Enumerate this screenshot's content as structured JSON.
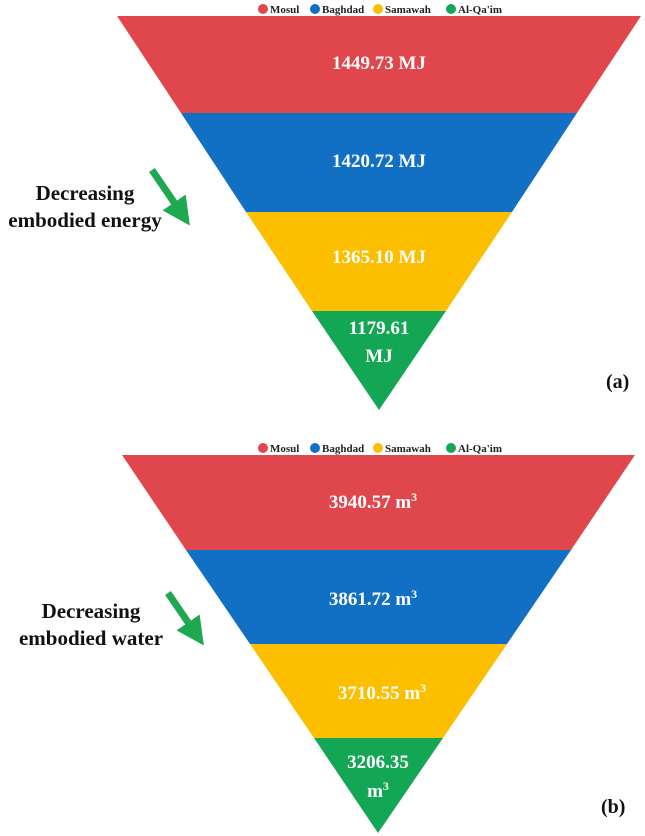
{
  "colors": {
    "Mosul": "#E0474C",
    "Baghdad": "#1270C4",
    "Samawah": "#FBBF00",
    "Al-Qa'im": "#13A654",
    "arrow": "#1EA850"
  },
  "chart_data": [
    {
      "type": "funnel",
      "panel_label": "(a)",
      "legend": [
        "Mosul",
        "Baghdad",
        "Samawah",
        "Al-Qa'im"
      ],
      "annotation": [
        "Decreasing",
        "embodied energy"
      ],
      "unit": "MJ",
      "categories": [
        "Mosul",
        "Baghdad",
        "Samawah",
        "Al-Qa'im"
      ],
      "values": [
        1449.73,
        1420.72,
        1365.1,
        1179.61
      ],
      "labels": [
        [
          "1449.73 MJ"
        ],
        [
          "1420.72 MJ"
        ],
        [
          "1365.10 MJ"
        ],
        [
          "1179.61",
          "MJ"
        ]
      ]
    },
    {
      "type": "funnel",
      "panel_label": "(b)",
      "legend": [
        "Mosul",
        "Baghdad",
        "Samawah",
        "Al-Qa'im"
      ],
      "annotation": [
        "Decreasing",
        "embodied water"
      ],
      "unit": "m3",
      "categories": [
        "Mosul",
        "Baghdad",
        "Samawah",
        "Al-Qa'im"
      ],
      "values": [
        3940.57,
        3861.72,
        3710.55,
        3206.35
      ],
      "labels": [
        [
          "3940.57 m",
          "3"
        ],
        [
          "3861.72 m",
          "3"
        ],
        [
          "3710.55 m",
          "3"
        ],
        [
          "3206.35",
          "m",
          "3"
        ]
      ]
    }
  ]
}
